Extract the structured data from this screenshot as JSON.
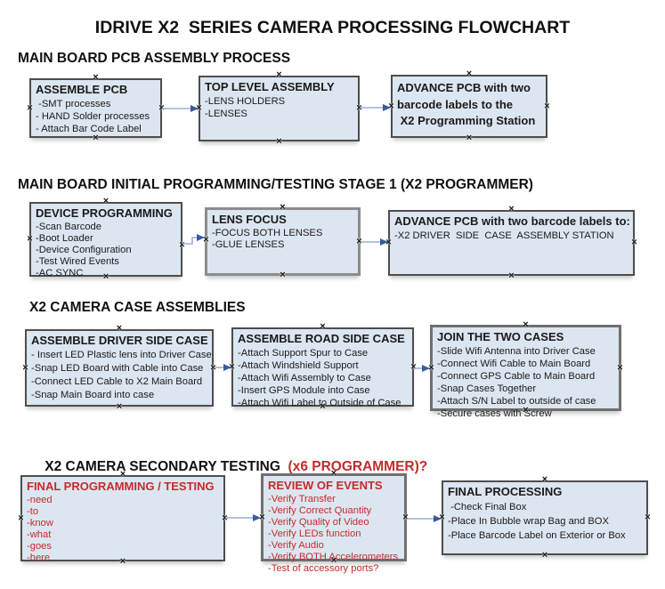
{
  "title": "IDRIVE X2  SERIES CAMERA PROCESSING FLOWCHART",
  "colors": {
    "box_fill": "#dce6f1",
    "box_border": "#4d4d4d",
    "accent_red": "#c42b2b",
    "arrow_line": "#9bb0d4",
    "arrow_head": "#3a5b9e",
    "text": "#1a1a1a"
  },
  "icons": {
    "connection_point": "×",
    "arrow": "right-arrowhead"
  },
  "sections": [
    {
      "heading": "MAIN BOARD PCB ASSEMBLY PROCESS",
      "boxes": [
        {
          "title": "ASSEMBLE PCB",
          "lines": [
            " -SMT processes",
            "- HAND Solder processes",
            "- Attach Bar Code Label"
          ]
        },
        {
          "title": "TOP LEVEL ASSEMBLY",
          "lines": [
            "-LENS HOLDERS",
            "-LENSES"
          ]
        },
        {
          "title": "",
          "lines": [
            "ADVANCE PCB with two",
            "barcode labels to the",
            " X2 Programming Station"
          ]
        }
      ]
    },
    {
      "heading": "MAIN BOARD INITIAL PROGRAMMING/TESTING STAGE 1 (X2 PROGRAMMER)",
      "boxes": [
        {
          "title": "DEVICE PROGRAMMING",
          "lines": [
            "-Scan Barcode",
            "-Boot Loader",
            "-Device Configuration",
            "-Test Wired Events",
            "-AC SYNC"
          ]
        },
        {
          "title": "LENS FOCUS",
          "lines": [
            "-FOCUS BOTH LENSES",
            "-GLUE LENSES"
          ]
        },
        {
          "title": "ADVANCE PCB with two barcode labels to:",
          "lines": [
            "-X2 DRIVER  SIDE  CASE  ASSEMBLY STATION"
          ]
        }
      ]
    },
    {
      "heading": "X2 CAMERA CASE ASSEMBLIES",
      "boxes": [
        {
          "title": "ASSEMBLE DRIVER SIDE CASE",
          "lines": [
            "- Insert LED Plastic lens into Driver Case",
            "-Snap LED Board with Cable into Case",
            "-Connect LED Cable to X2 Main Board",
            "-Snap Main Board into case"
          ]
        },
        {
          "title": "ASSEMBLE ROAD SIDE CASE",
          "lines": [
            "-Attach Support Spur to Case",
            "-Attach Windshield Support",
            "-Attach Wifi Assembly to Case",
            "-Insert GPS Module into Case",
            "-Attach Wifi Label to Outside of Case"
          ]
        },
        {
          "title": "JOIN THE TWO CASES",
          "lines": [
            "-Slide Wifi Antenna into Driver Case",
            "-Connect Wifi Cable to Main Board",
            "-Connect GPS Cable to Main Board",
            "-Snap Cases Together",
            "-Attach S/N Label to outside of case",
            "-Secure cases with Screw"
          ]
        }
      ]
    },
    {
      "heading": "X2 CAMERA SECONDARY TESTING",
      "heading_suffix": "  (x6 PROGRAMMER)?",
      "boxes": [
        {
          "title": "FINAL PROGRAMMING / TESTING",
          "lines": [
            "-need",
            "-to",
            "-know",
            "-what",
            "-goes",
            "-here"
          ]
        },
        {
          "title": "REVIEW OF EVENTS",
          "lines": [
            "-Verify Transfer",
            "-Verify Correct Quantity",
            "-Verify Quality of Video",
            "-Verify LEDs function",
            "-Verify Audio",
            "-Verify BOTH Accelerometers",
            "-Test of accessory ports?"
          ]
        },
        {
          "title": "FINAL PROCESSING",
          "lines": [
            " -Check Final Box",
            "-Place In Bubble wrap Bag and BOX",
            "-Place Barcode Label on Exterior or Box"
          ]
        }
      ]
    }
  ]
}
